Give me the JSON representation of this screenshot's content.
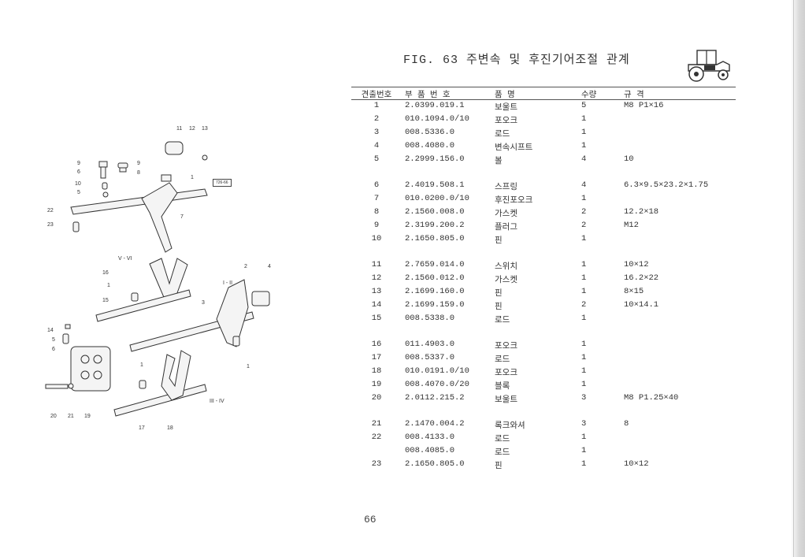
{
  "title": "FIG. 63 주변속 및 후진기어조절 관계",
  "page_number": "66",
  "diagram": {
    "box_label": "726-66",
    "labels": {
      "l11": "11",
      "l12": "12",
      "l13": "13",
      "l9a": "9",
      "l9b": "9",
      "l6": "6",
      "l8": "8",
      "l10": "10",
      "l5": "5",
      "l1a": "1",
      "l22": "22",
      "l23": "23",
      "l7": "7",
      "lv": "V - VI",
      "l16": "16",
      "l1b": "1",
      "l15": "15",
      "l2": "2",
      "l4": "4",
      "l12b": "I - II",
      "l3": "3",
      "l14": "14",
      "l5b": "5",
      "l6b": "6",
      "l1c": "1",
      "l1d": "1",
      "l20": "20",
      "l21": "21",
      "l19": "19",
      "l17": "17",
      "l18": "18",
      "l34": "III - IV"
    }
  },
  "table": {
    "headers": {
      "no": "견출번호",
      "part": "부 품 번 호",
      "name": "품      명",
      "qty": "수량",
      "spec": "규          격"
    },
    "groups": [
      [
        {
          "no": "1",
          "part": "2.0399.019.1",
          "name": "보울트",
          "qty": "5",
          "spec": "M8  P1×16"
        },
        {
          "no": "2",
          "part": "010.1094.0/10",
          "name": "포오크",
          "qty": "1",
          "spec": ""
        },
        {
          "no": "3",
          "part": "008.5336.0",
          "name": "로드",
          "qty": "1",
          "spec": ""
        },
        {
          "no": "4",
          "part": "008.4080.0",
          "name": "변속시프트",
          "qty": "1",
          "spec": ""
        },
        {
          "no": "5",
          "part": "2.2999.156.0",
          "name": "볼",
          "qty": "4",
          "spec": "10"
        }
      ],
      [
        {
          "no": "6",
          "part": "2.4019.508.1",
          "name": "스프링",
          "qty": "4",
          "spec": "6.3×9.5×23.2×1.75"
        },
        {
          "no": "7",
          "part": "010.0200.0/10",
          "name": "후진포오크",
          "qty": "1",
          "spec": ""
        },
        {
          "no": "8",
          "part": "2.1560.008.0",
          "name": "가스켓",
          "qty": "2",
          "spec": "12.2×18"
        },
        {
          "no": "9",
          "part": "2.3199.200.2",
          "name": "플러그",
          "qty": "2",
          "spec": "M12"
        },
        {
          "no": "10",
          "part": "2.1650.805.0",
          "name": "핀",
          "qty": "1",
          "spec": ""
        }
      ],
      [
        {
          "no": "11",
          "part": "2.7659.014.0",
          "name": "스위치",
          "qty": "1",
          "spec": "10×12"
        },
        {
          "no": "12",
          "part": "2.1560.012.0",
          "name": "가스켓",
          "qty": "1",
          "spec": "16.2×22"
        },
        {
          "no": "13",
          "part": "2.1699.160.0",
          "name": "핀",
          "qty": "1",
          "spec": "8×15"
        },
        {
          "no": "14",
          "part": "2.1699.159.0",
          "name": "핀",
          "qty": "2",
          "spec": "10×14.1"
        },
        {
          "no": "15",
          "part": "008.5338.0",
          "name": "로드",
          "qty": "1",
          "spec": ""
        }
      ],
      [
        {
          "no": "16",
          "part": "011.4903.0",
          "name": "포오크",
          "qty": "1",
          "spec": ""
        },
        {
          "no": "17",
          "part": "008.5337.0",
          "name": "로드",
          "qty": "1",
          "spec": ""
        },
        {
          "no": "18",
          "part": "010.0191.0/10",
          "name": "포오크",
          "qty": "1",
          "spec": ""
        },
        {
          "no": "19",
          "part": "008.4070.0/20",
          "name": "블록",
          "qty": "1",
          "spec": ""
        },
        {
          "no": "20",
          "part": "2.0112.215.2",
          "name": "보울트",
          "qty": "3",
          "spec": "M8  P1.25×40"
        }
      ],
      [
        {
          "no": "21",
          "part": "2.1470.004.2",
          "name": "록크와셔",
          "qty": "3",
          "spec": "8"
        },
        {
          "no": "22",
          "part": "008.4133.0",
          "name": "로드",
          "qty": "1",
          "spec": ""
        },
        {
          "no": "",
          "part": "008.4085.0",
          "name": "로드",
          "qty": "1",
          "spec": ""
        },
        {
          "no": "23",
          "part": "2.1650.805.0",
          "name": "핀",
          "qty": "1",
          "spec": "10×12"
        }
      ]
    ]
  }
}
